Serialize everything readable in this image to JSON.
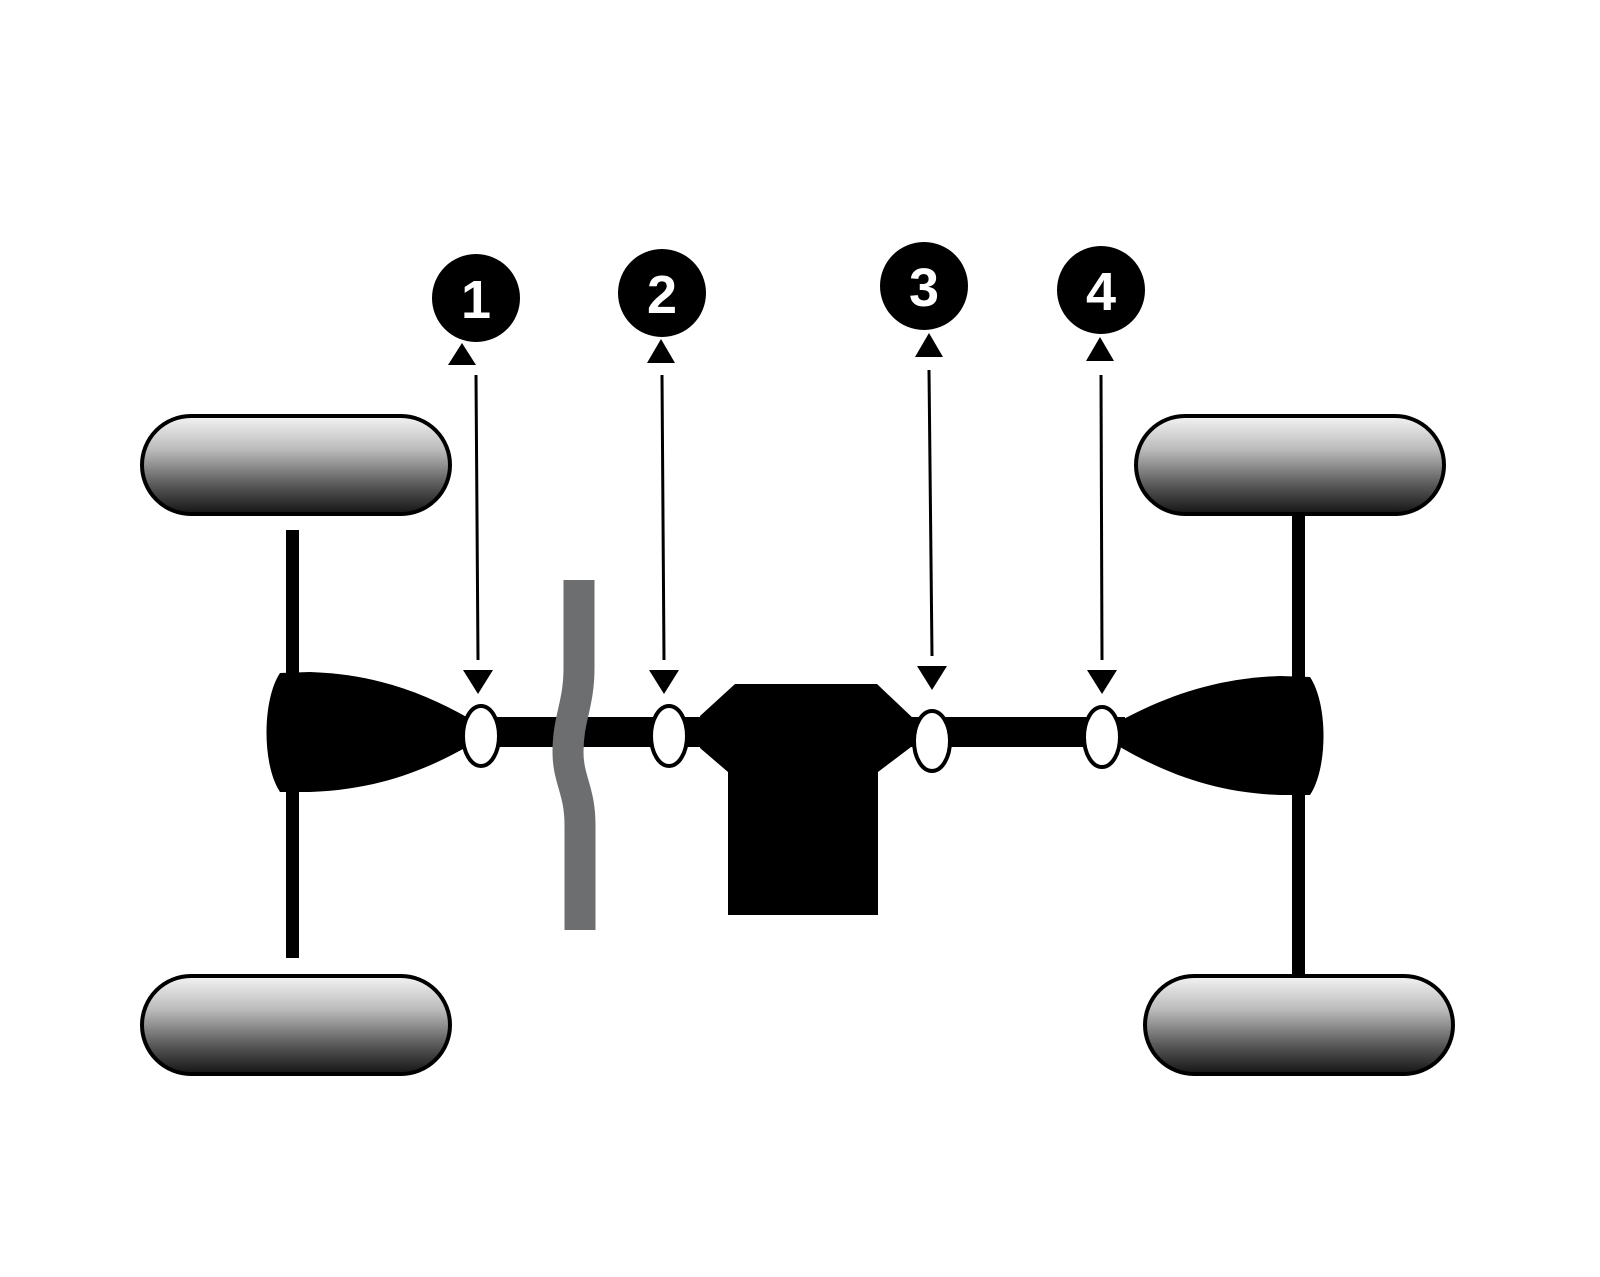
{
  "diagram": {
    "callouts": [
      {
        "label": "1"
      },
      {
        "label": "2"
      },
      {
        "label": "3"
      },
      {
        "label": "4"
      }
    ],
    "colors": {
      "ink": "#000000",
      "background": "#ffffff",
      "steering_column": "#6d6e70",
      "tire_light": "#f2f2f2",
      "tire_dark": "#1a1a1a"
    }
  }
}
